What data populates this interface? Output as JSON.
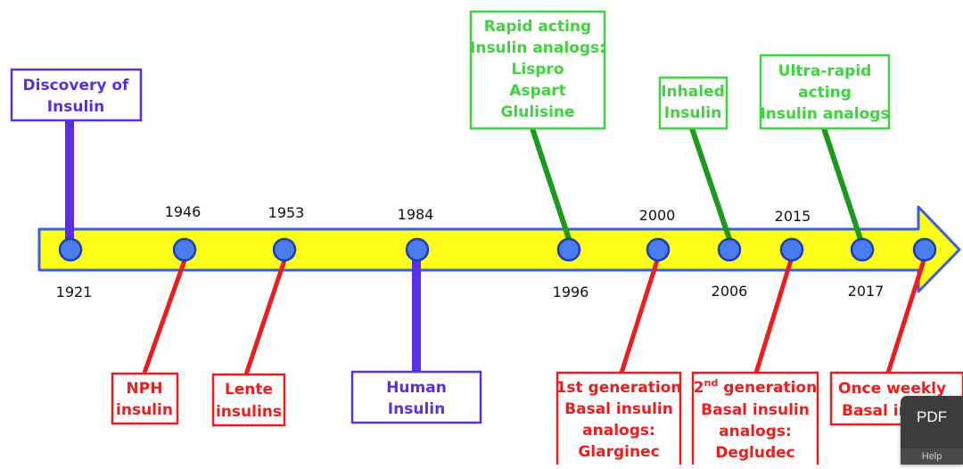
{
  "years": {
    "y1921": "1921",
    "y1946": "1946",
    "y1953": "1953",
    "y1984": "1984",
    "y1996": "1996",
    "y2000": "2000",
    "y2006": "2006",
    "y2015": "2015",
    "y2017": "2017"
  },
  "events": {
    "discovery": [
      "Discovery of",
      "Insulin"
    ],
    "nph": [
      "NPH",
      "insulin"
    ],
    "lente": [
      "Lente",
      "insulins"
    ],
    "human": [
      "Human",
      "Insulin"
    ],
    "rapid": [
      "Rapid acting",
      "Insulin analogs:",
      "Lispro",
      "Aspart",
      "Glulisine"
    ],
    "first_gen": [
      "1st generation",
      "Basal insulin",
      "analogs:",
      "Glarginec"
    ],
    "inhaled": [
      "Inhaled",
      "Insulin"
    ],
    "second_gen": {
      "line1_main": "2",
      "line1_sup": "nd",
      "line1_rest": " generation",
      "rest": [
        "Basal insulin",
        "analogs:",
        "Degludec"
      ]
    },
    "ultra": [
      "Ultra-rapid",
      "acting",
      "Insulin analogs"
    ],
    "weekly": [
      "Once weekly",
      "Basal insulin"
    ]
  },
  "widget": {
    "pdf_label": "PDF",
    "help_label": "Help"
  },
  "colors": {
    "arrow_fill": "#ffff1a",
    "arrow_stroke": "#3a5fd6",
    "dot_fill": "#4a7cf0",
    "dot_stroke": "#1a3fb0",
    "green_text": "#3fd43f",
    "green_connector": "#1c9a1c",
    "red": "#ee1c1c",
    "purple": "#5a2ee6"
  }
}
